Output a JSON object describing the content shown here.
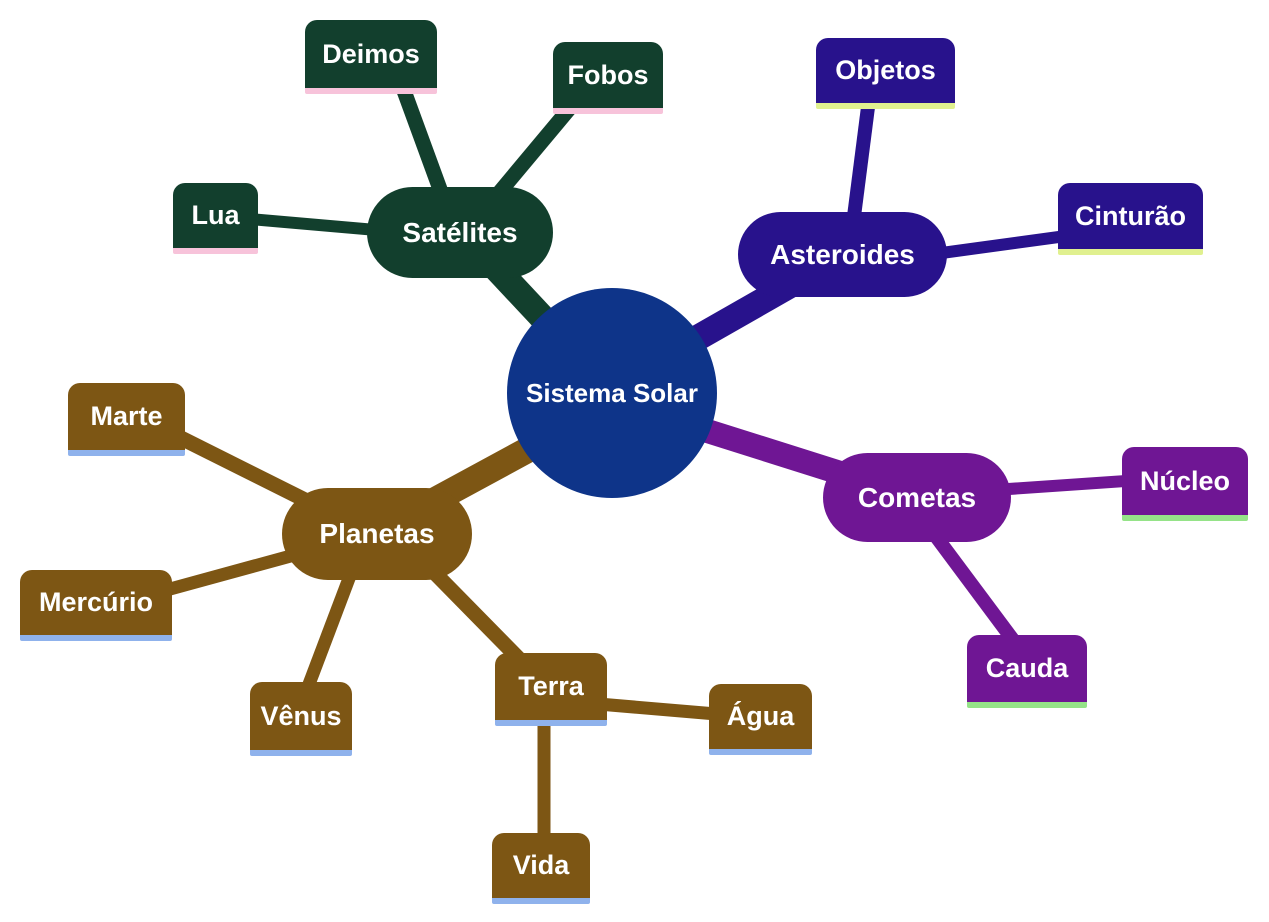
{
  "root": {
    "label": "Sistema Solar",
    "color": "#0E3489"
  },
  "branches": [
    {
      "id": "satelites",
      "label": "Satélites",
      "color": "#123F2D",
      "underline_color": "#F7C3DA",
      "children": [
        {
          "id": "deimos",
          "label": "Deimos"
        },
        {
          "id": "fobos",
          "label": "Fobos"
        },
        {
          "id": "lua",
          "label": "Lua"
        }
      ]
    },
    {
      "id": "asteroides",
      "label": "Asteroides",
      "color": "#28128C",
      "underline_color": "#E0F08F",
      "children": [
        {
          "id": "objetos",
          "label": "Objetos"
        },
        {
          "id": "cinturao",
          "label": "Cinturão"
        }
      ]
    },
    {
      "id": "cometas",
      "label": "Cometas",
      "color": "#6F1694",
      "underline_color": "#95E388",
      "children": [
        {
          "id": "nucleo",
          "label": "Núcleo"
        },
        {
          "id": "cauda",
          "label": "Cauda"
        }
      ]
    },
    {
      "id": "planetas",
      "label": "Planetas",
      "color": "#7D5614",
      "underline_color": "#8FB2EC",
      "children": [
        {
          "id": "marte",
          "label": "Marte"
        },
        {
          "id": "mercurio",
          "label": "Mercúrio"
        },
        {
          "id": "venus",
          "label": "Vênus"
        },
        {
          "id": "terra",
          "label": "Terra",
          "children": [
            {
              "id": "agua",
              "label": "Água"
            },
            {
              "id": "vida",
              "label": "Vida"
            }
          ]
        }
      ]
    }
  ]
}
